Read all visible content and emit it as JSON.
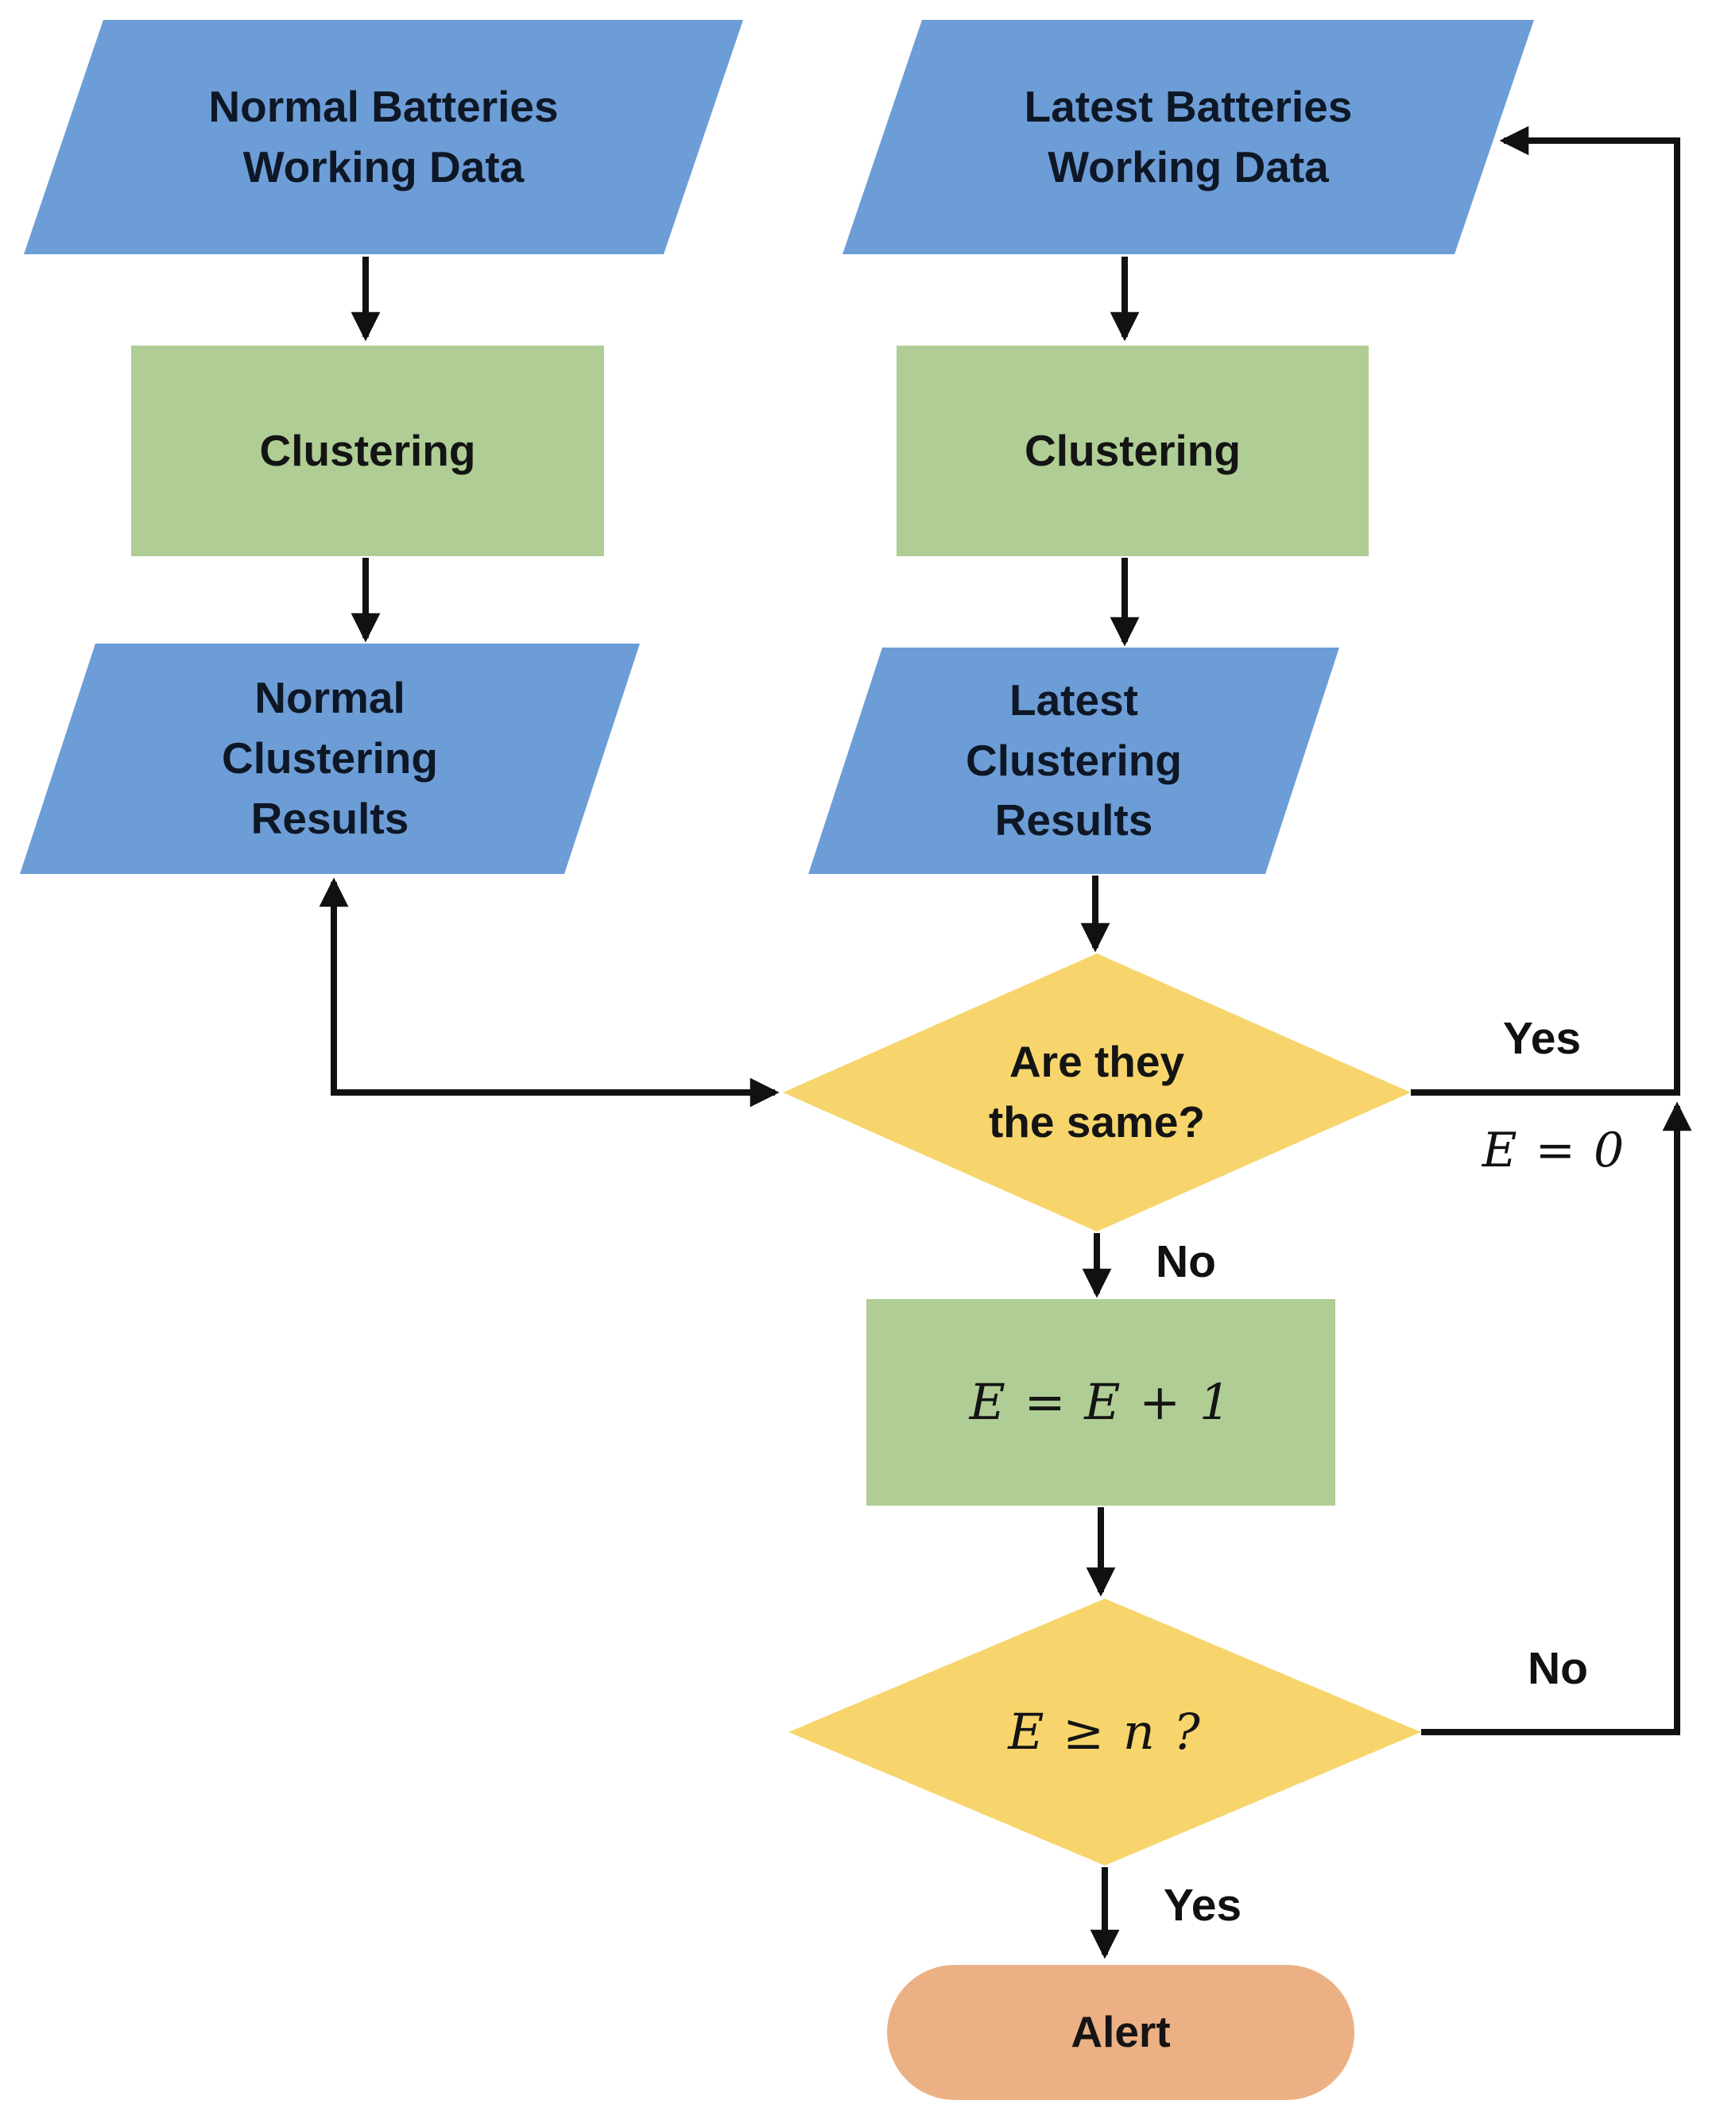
{
  "colors": {
    "input_shape": "#6D9DD6",
    "process_shape": "#AFCD94",
    "decision_shape": "#F7D56C",
    "terminal_shape": "#EBB083",
    "connector": "#111111"
  },
  "nodes": {
    "normal_data": {
      "type": "input",
      "lines": [
        "Normal Batteries",
        "Working Data"
      ]
    },
    "latest_data": {
      "type": "input",
      "lines": [
        "Latest Batteries",
        "Working Data"
      ]
    },
    "clustering_left": {
      "type": "process",
      "label": "Clustering"
    },
    "clustering_right": {
      "type": "process",
      "label": "Clustering"
    },
    "normal_results": {
      "type": "input",
      "lines": [
        "Normal",
        "Clustering",
        "Results"
      ]
    },
    "latest_results": {
      "type": "input",
      "lines": [
        "Latest",
        "Clustering",
        "Results"
      ]
    },
    "same_decision": {
      "type": "decision",
      "lines": [
        "Are they",
        "the same?"
      ]
    },
    "increment": {
      "type": "process",
      "label": "E = E + 1"
    },
    "threshold_decision": {
      "type": "decision",
      "label": "E ≥ n ?"
    },
    "alert": {
      "type": "terminal",
      "label": "Alert"
    }
  },
  "edges": {
    "yes_same": "Yes",
    "reset_counter": "E = 0",
    "no_same": "No",
    "no_threshold": "No",
    "yes_threshold": "Yes"
  }
}
